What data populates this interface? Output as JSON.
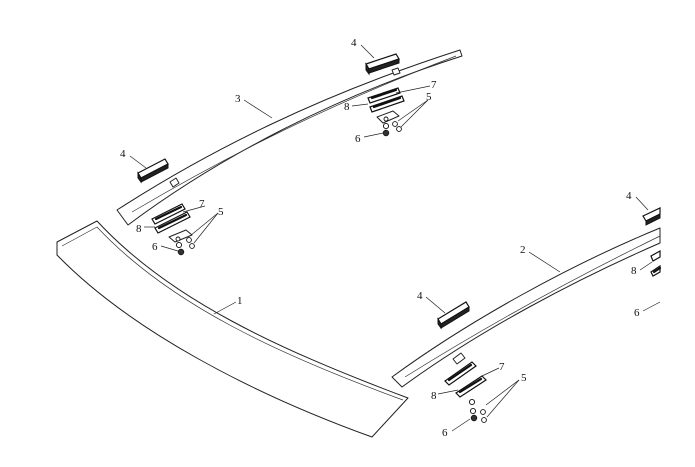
{
  "callouts": {
    "glass_panel": "1",
    "strip_right": "2",
    "strip_top": "3",
    "clip": "4",
    "washer": "5",
    "nut": "6",
    "pad": "7",
    "seal": "8"
  }
}
